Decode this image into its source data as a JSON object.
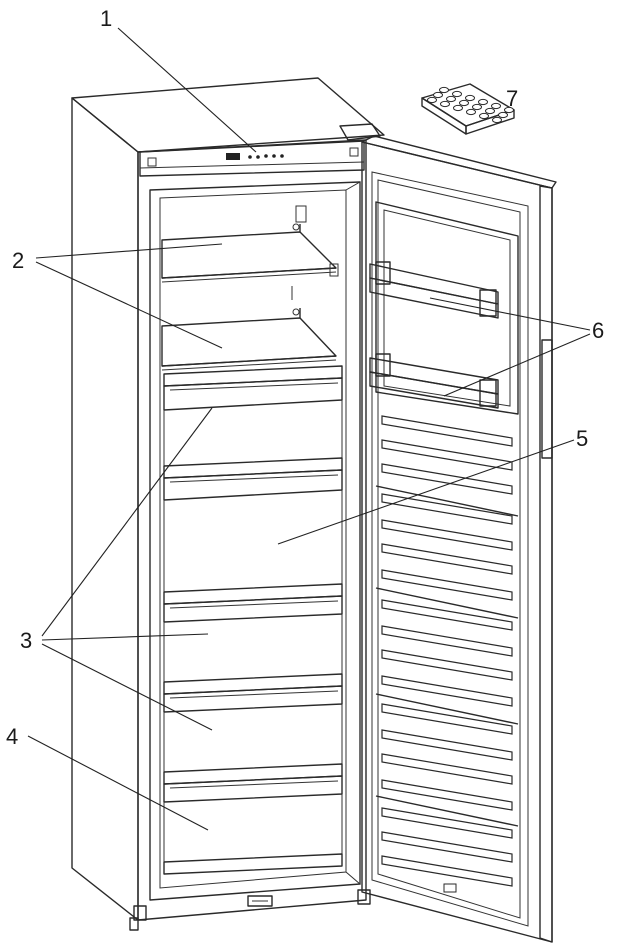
{
  "callouts": {
    "c1": "1",
    "c2": "2",
    "c3": "3",
    "c4": "4",
    "c5": "5",
    "c6": "6",
    "c7": "7"
  },
  "colors": {
    "line": "#2a2a2a",
    "background": "#ffffff",
    "body_shade": "#f4f4f4"
  }
}
